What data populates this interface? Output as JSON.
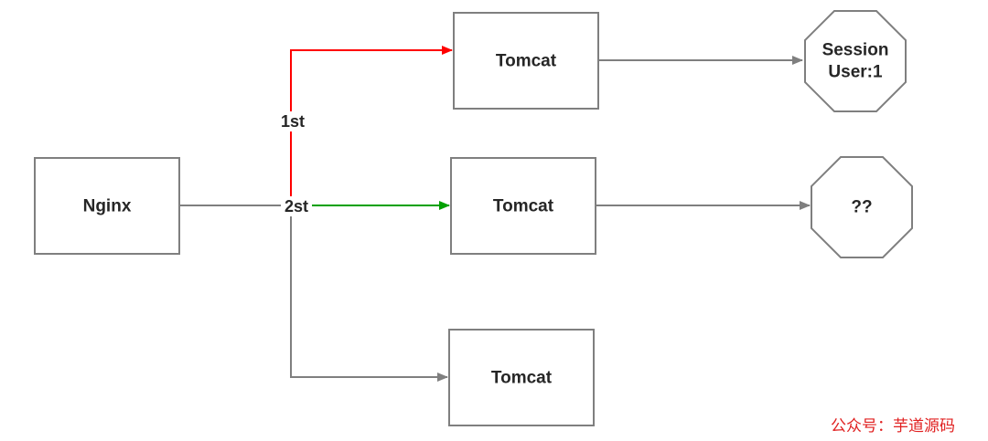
{
  "nodes": {
    "nginx": "Nginx",
    "tomcat_top": "Tomcat",
    "tomcat_middle": "Tomcat",
    "tomcat_bottom": "Tomcat",
    "session_top_line1": "Session",
    "session_top_line2": "User:1",
    "session_middle": "??"
  },
  "edges": {
    "first_request_label": "1st",
    "second_request_label": "2st"
  },
  "colors": {
    "first_request_line": "#ff0000",
    "second_request_line": "#00a000",
    "default_line": "#7f7f7f",
    "watermark": "#e02020"
  },
  "watermark": "公众号：芋道源码"
}
